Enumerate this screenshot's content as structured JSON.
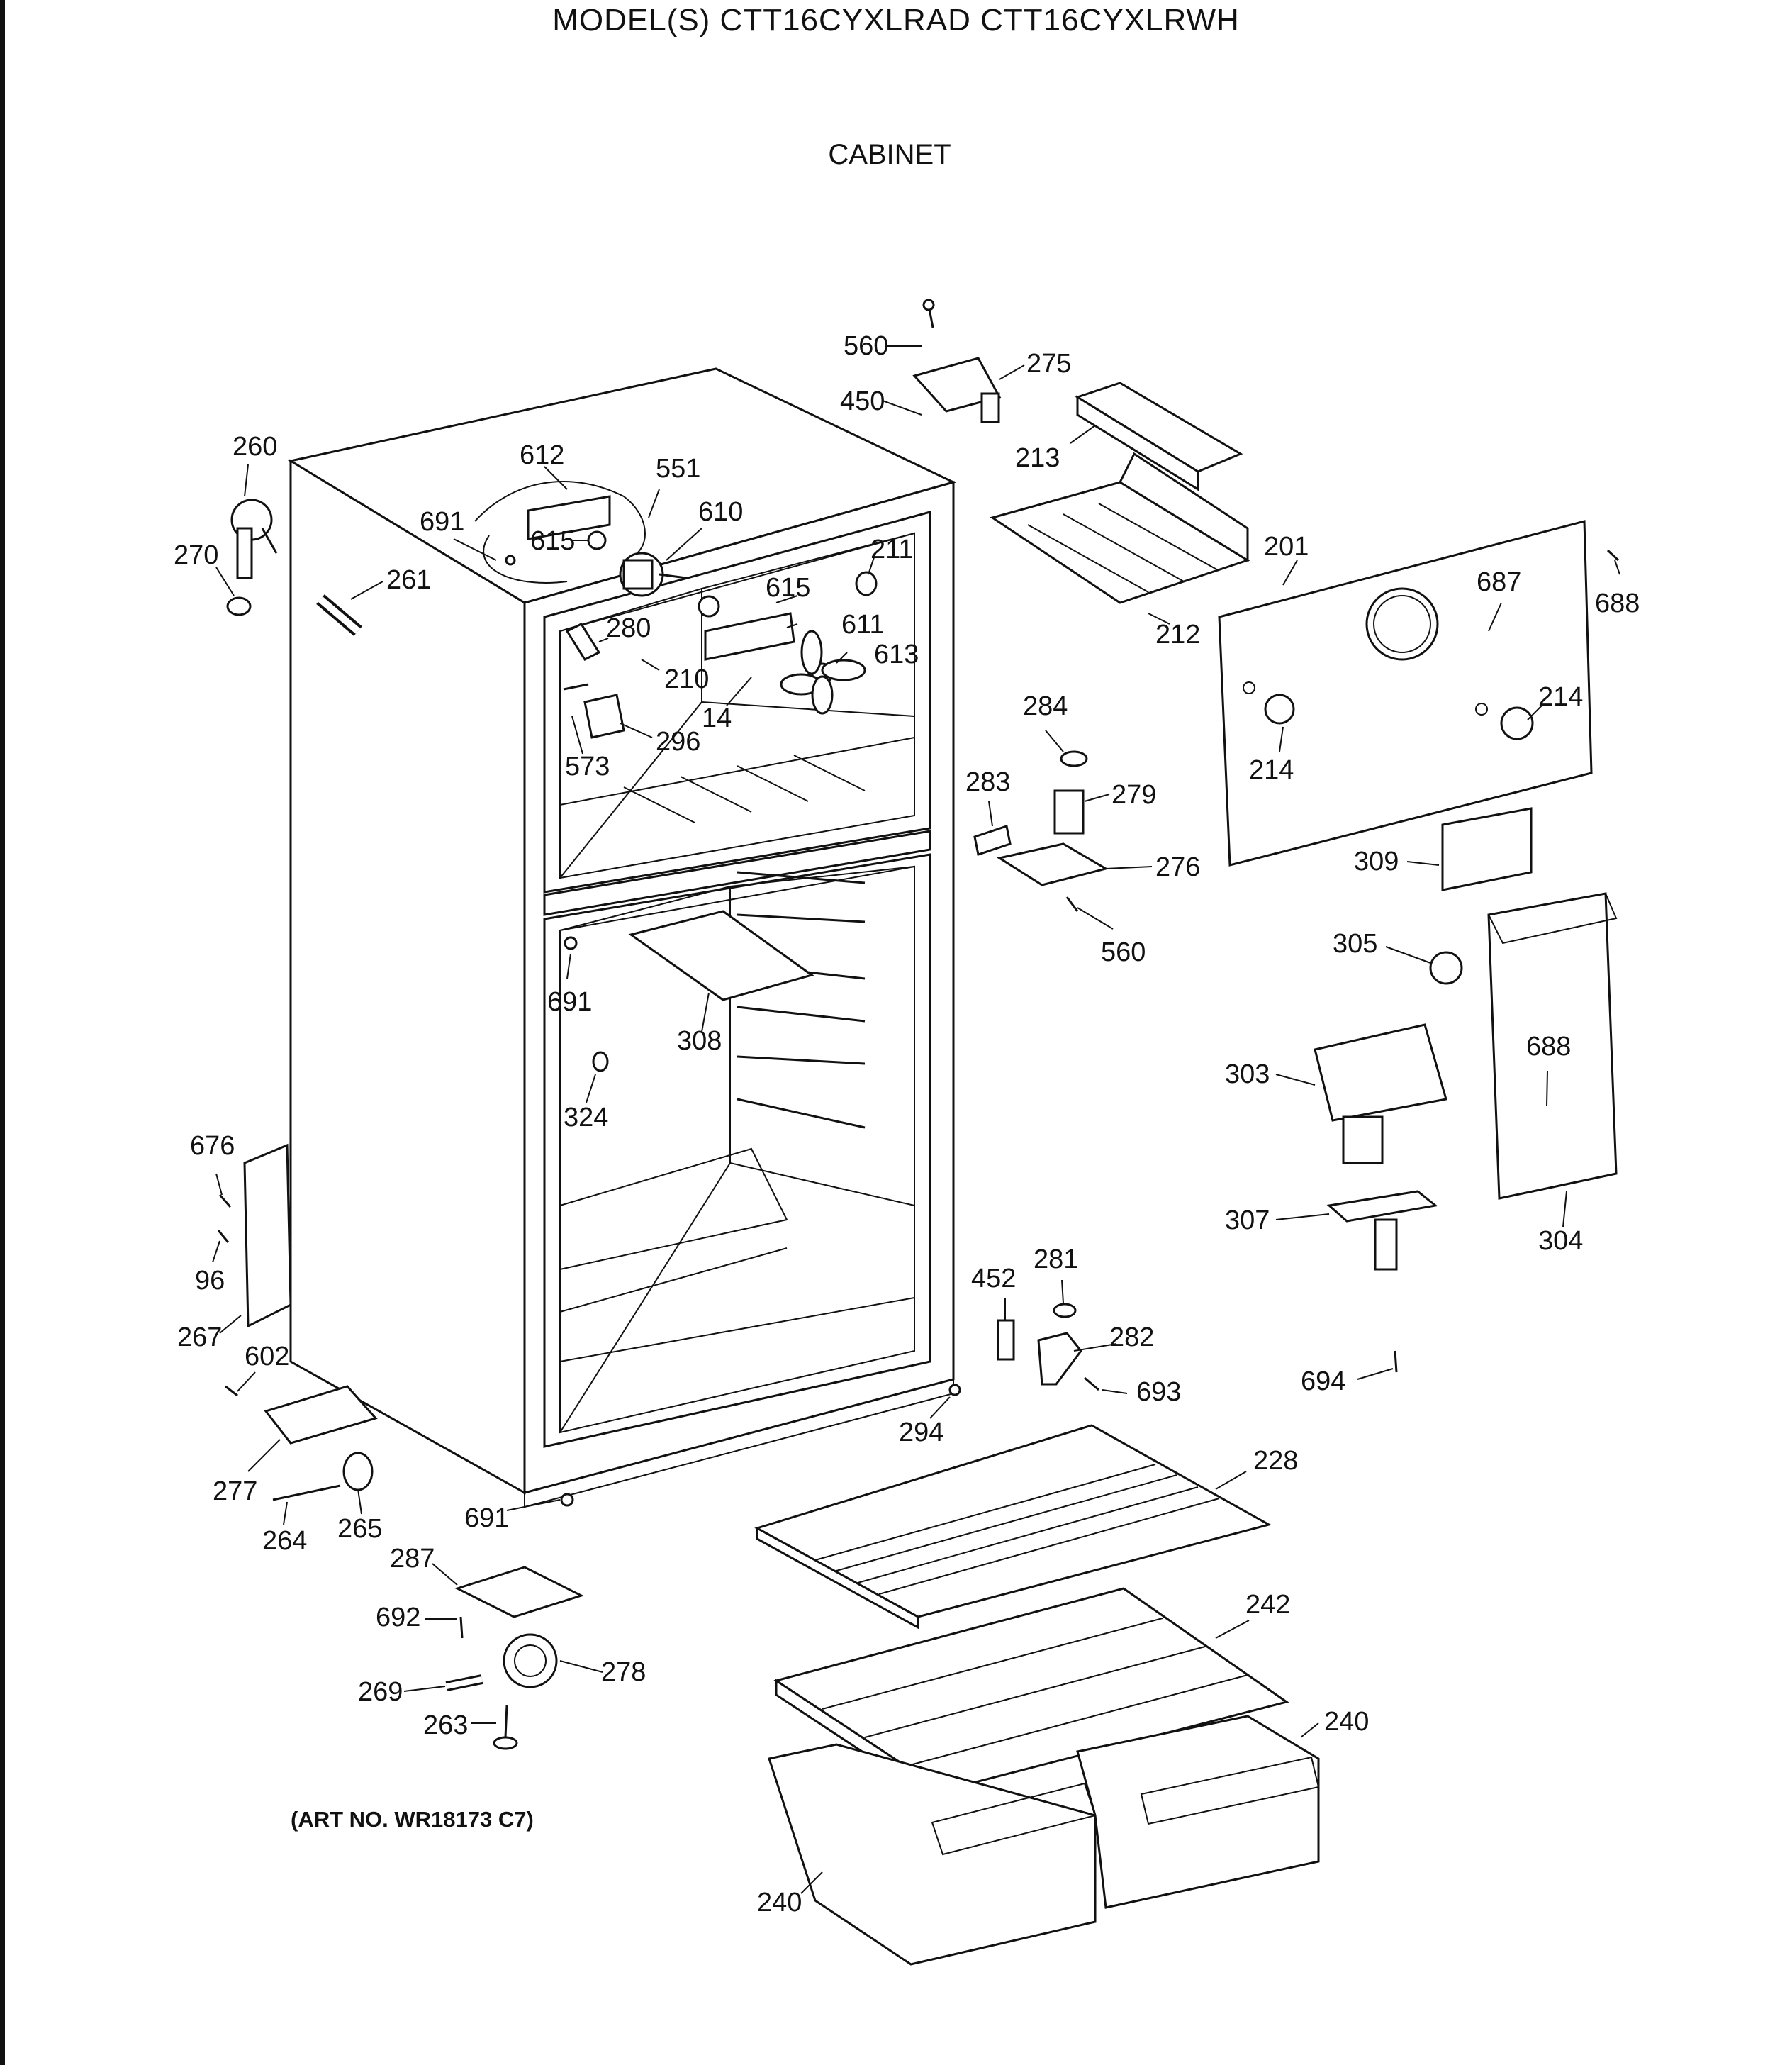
{
  "header": {
    "model_title": "MODEL(S) CTT16CYXLRAD  CTT16CYXLRWH",
    "section_title": "CABINET"
  },
  "footer": {
    "art_number": "(ART NO. WR18173 C7)"
  },
  "callouts": {
    "c560a": "560",
    "c275": "275",
    "c450": "450",
    "c213": "213",
    "c260": "260",
    "c612": "612",
    "c551": "551",
    "c610": "610",
    "c691a": "691",
    "c615a": "615",
    "c211": "211",
    "c270": "270",
    "c261": "261",
    "c615b": "615",
    "c611": "611",
    "c280": "280",
    "c613": "613",
    "c210": "210",
    "c14": "14",
    "c573": "573",
    "c296": "296",
    "c212": "212",
    "c201": "201",
    "c687": "687",
    "c688a": "688",
    "c214a": "214",
    "c214b": "214",
    "c284": "284",
    "c283": "283",
    "c279": "279",
    "c276": "276",
    "c560b": "560",
    "c309": "309",
    "c305": "305",
    "c691b": "691",
    "c308": "308",
    "c324": "324",
    "c688b": "688",
    "c303": "303",
    "c676": "676",
    "c96": "96",
    "c307": "307",
    "c304": "304",
    "c267": "267",
    "c602": "602",
    "c452": "452",
    "c281": "281",
    "c282": "282",
    "c693": "693",
    "c694": "694",
    "c294": "294",
    "c277": "277",
    "c228": "228",
    "c264": "264",
    "c265": "265",
    "c691c": "691",
    "c287": "287",
    "c692": "692",
    "c242": "242",
    "c278": "278",
    "c269": "269",
    "c240a": "240",
    "c263": "263",
    "c240b": "240"
  }
}
